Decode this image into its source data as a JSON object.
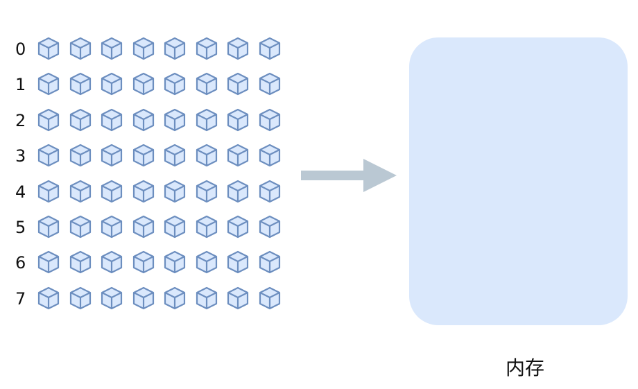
{
  "rows": [
    "0",
    "1",
    "2",
    "3",
    "4",
    "5",
    "6",
    "7"
  ],
  "cubes_per_row": 8,
  "memory_label": "内存",
  "colors": {
    "cube_fill": "#dae8fc",
    "cube_stroke": "#6c8ebf",
    "arrow": "#bac8d3",
    "memory_fill": "#dae8fc",
    "text": "#111111"
  },
  "icons": {
    "block": "cube-icon",
    "direction": "arrow-right-icon"
  }
}
